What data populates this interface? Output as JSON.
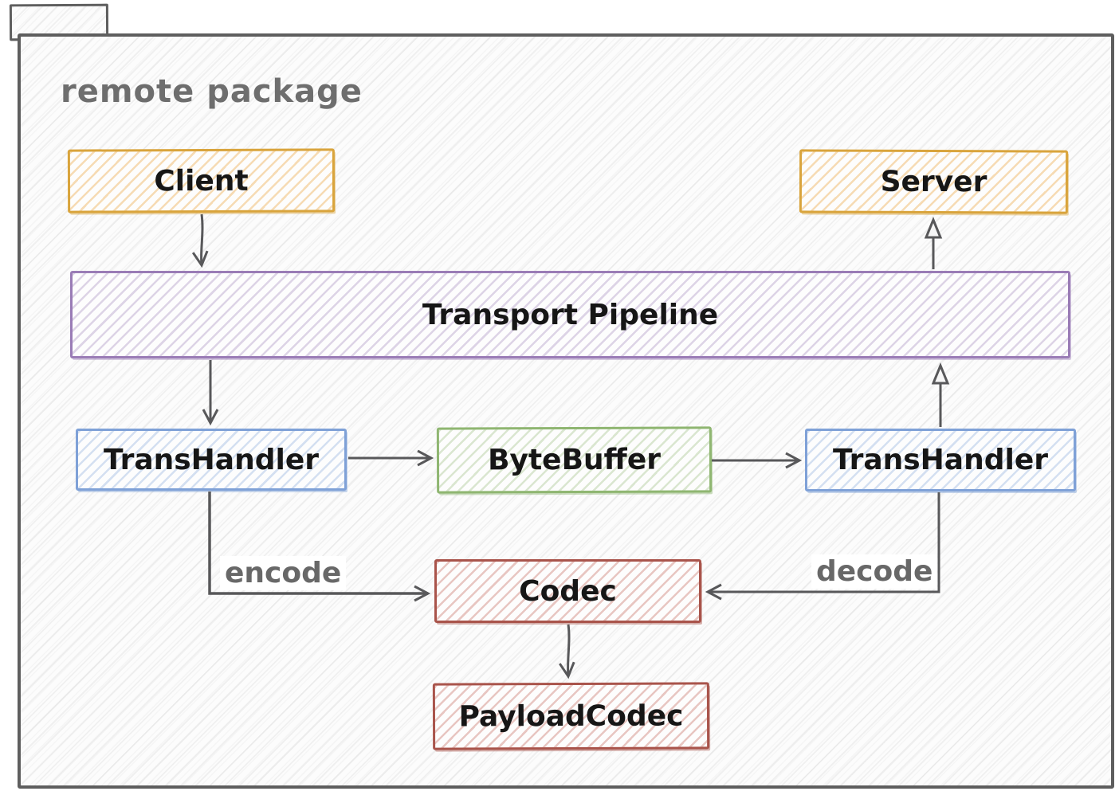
{
  "package": {
    "title": "remote package"
  },
  "nodes": {
    "client": {
      "label": "Client",
      "color": "#d9a43c"
    },
    "server": {
      "label": "Server",
      "color": "#d9a43c"
    },
    "transport_pipeline": {
      "label": "Transport Pipeline",
      "color": "#9a7cb6"
    },
    "trans_handler_left": {
      "label": "TransHandler",
      "color": "#7fa1d7"
    },
    "byte_buffer": {
      "label": "ByteBuffer",
      "color": "#8fb671"
    },
    "trans_handler_right": {
      "label": "TransHandler",
      "color": "#7fa1d7"
    },
    "codec": {
      "label": "Codec",
      "color": "#a9544b"
    },
    "payload_codec": {
      "label": "PayloadCodec",
      "color": "#a9544b"
    }
  },
  "edges": {
    "encode_label": "encode",
    "decode_label": "decode",
    "connections": [
      {
        "from": "Client",
        "to": "Transport Pipeline"
      },
      {
        "from": "Transport Pipeline",
        "to": "Server"
      },
      {
        "from": "Transport Pipeline",
        "to": "TransHandler (left)"
      },
      {
        "from": "TransHandler (left)",
        "to": "ByteBuffer"
      },
      {
        "from": "ByteBuffer",
        "to": "TransHandler (right)"
      },
      {
        "from": "TransHandler (right)",
        "to": "Transport Pipeline"
      },
      {
        "from": "TransHandler (left)",
        "to": "Codec",
        "label": "encode"
      },
      {
        "from": "TransHandler (right)",
        "to": "Codec",
        "label": "decode"
      },
      {
        "from": "Codec",
        "to": "PayloadCodec"
      }
    ]
  },
  "colors": {
    "frame": "#5e5e5e",
    "title_text": "#6e6e6e",
    "arrow": "#58585a",
    "node_text": "#161616",
    "edge_label_text": "#686868"
  }
}
